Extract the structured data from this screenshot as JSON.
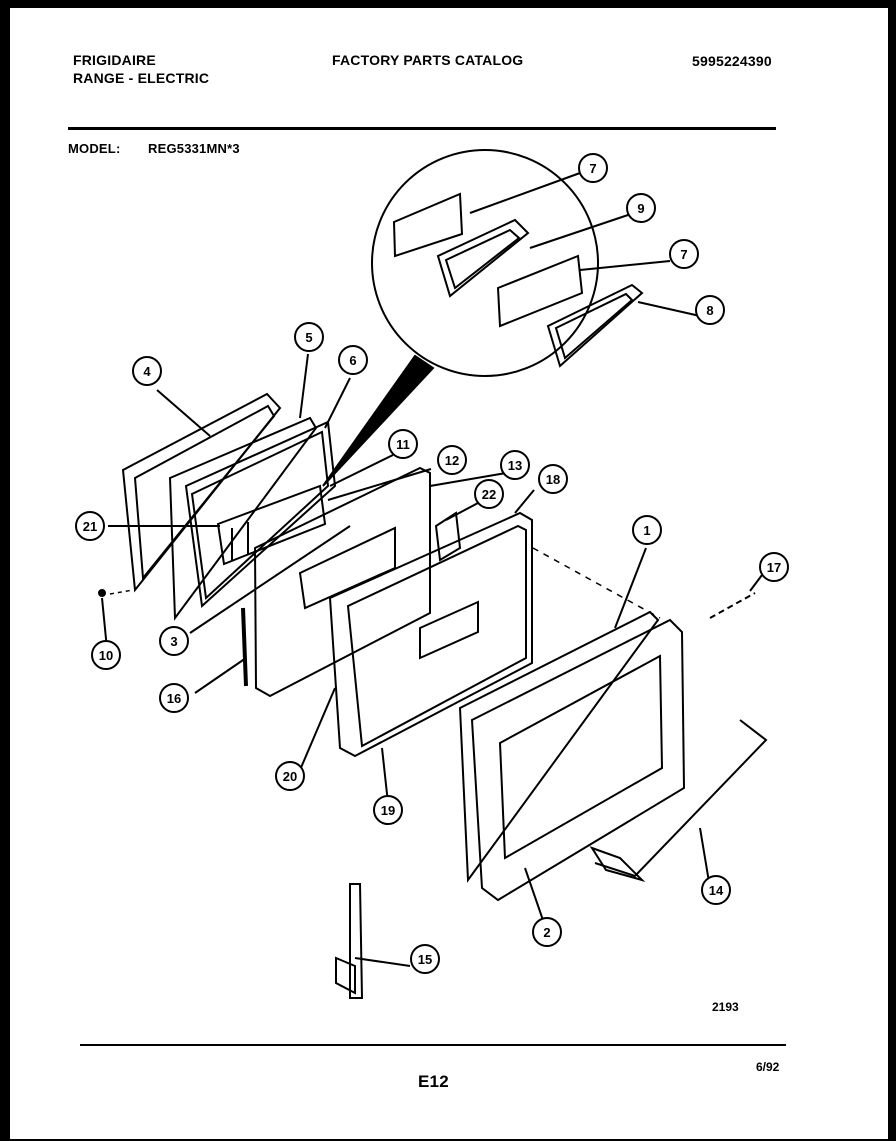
{
  "header": {
    "brand": "FRIGIDAIRE",
    "product": "RANGE - ELECTRIC",
    "catalog_title": "FACTORY PARTS CATALOG",
    "catalog_number": "5995224390",
    "model_label": "MODEL:",
    "model_value": "REG5331MN*3"
  },
  "diagram": {
    "callouts": [
      "1",
      "2",
      "3",
      "4",
      "5",
      "6",
      "7",
      "7",
      "8",
      "9",
      "10",
      "11",
      "12",
      "13",
      "14",
      "15",
      "16",
      "17",
      "18",
      "19",
      "20",
      "21",
      "22"
    ],
    "drawing_number": "2193"
  },
  "footer": {
    "page_code": "E12",
    "date": "6/92"
  }
}
